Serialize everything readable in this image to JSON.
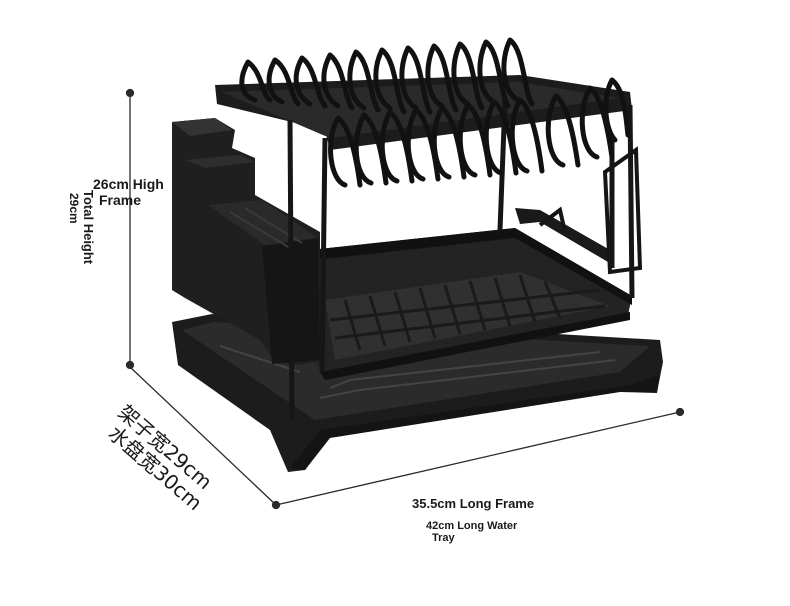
{
  "dimensions": {
    "frame_height_line1": "26cm High",
    "frame_height_line2": "Frame",
    "total_height_line1": "Total Height",
    "total_height_line2": "29cm",
    "width_line1": "架子宽29cm",
    "width_line2": "水盘宽30cm",
    "long_frame": "35.5cm Long Frame",
    "long_tray_line1": "42cm Long Water",
    "long_tray_line2": "Tray"
  },
  "colors": {
    "rack": "#1c1c1c",
    "rack_highlight": "#3a3a3a",
    "dimension_line": "#2a2a2a",
    "background": "#ffffff"
  }
}
